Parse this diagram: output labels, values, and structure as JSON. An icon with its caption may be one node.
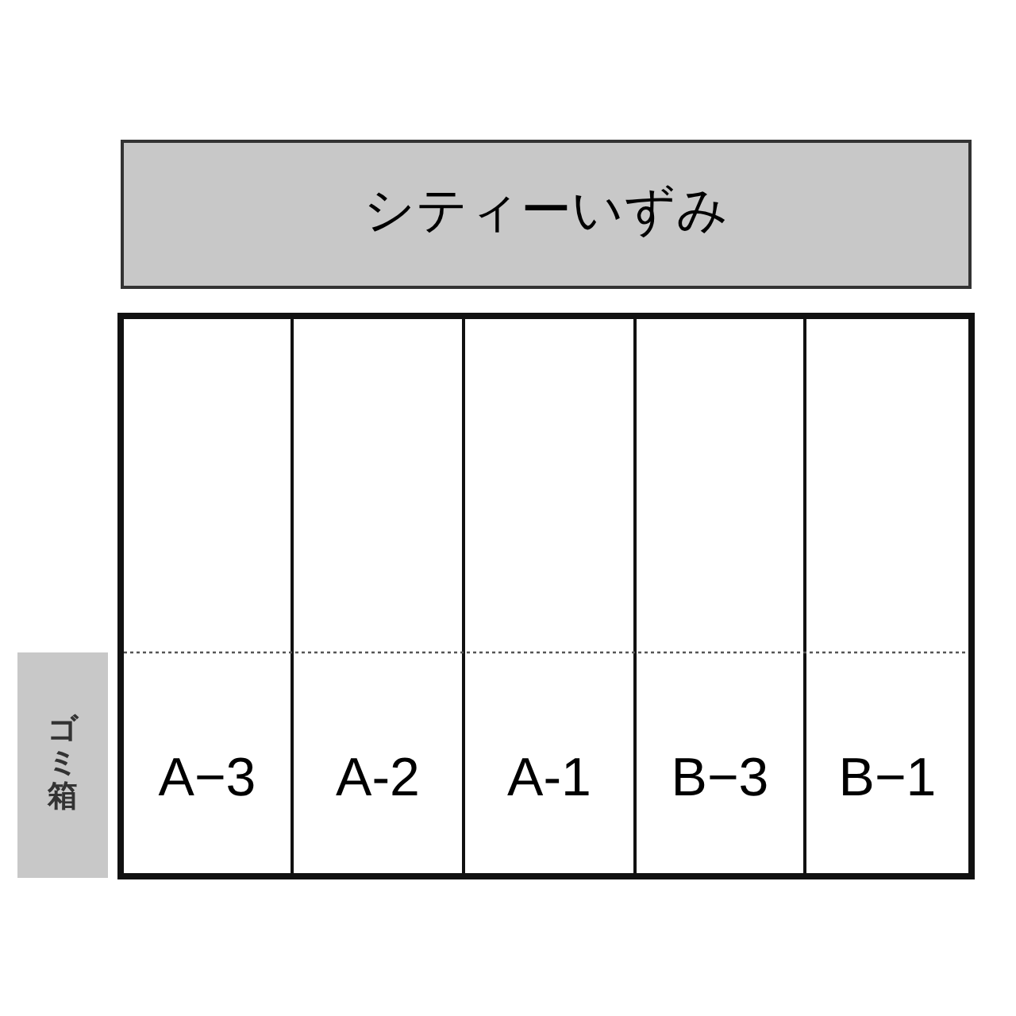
{
  "diagram": {
    "nodes": [
      {
        "text": [
          "シティーいずみ"
        ]
      },
      {
        "text": [],
        "shape": "box"
      },
      {
        "text": [
          "A−3"
        ],
        "in": 1
      },
      {
        "text": [
          "A-2"
        ],
        "in": 1
      },
      {
        "text": [
          "A-1"
        ],
        "in": 1
      },
      {
        "text": [
          "B−3"
        ],
        "in": 1
      },
      {
        "text": [
          "B−1"
        ],
        "in": 1
      },
      {
        "text": [
          "ゴミ箱"
        ]
      }
    ]
  }
}
